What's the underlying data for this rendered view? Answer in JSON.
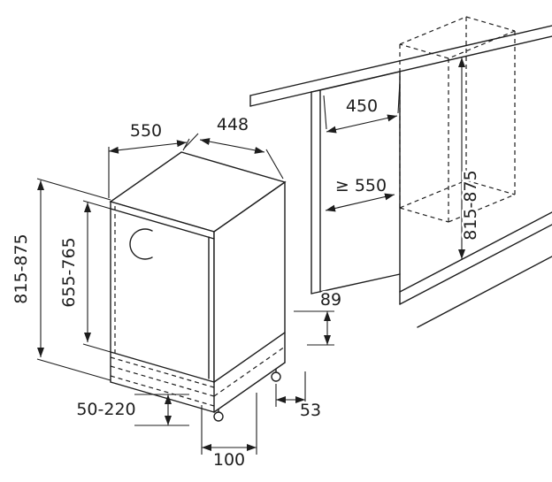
{
  "diagram": {
    "kind": "built-in dishwasher installation drawing",
    "background_color": "#ffffff",
    "line_color": "#1d1d1d",
    "dimensions": {
      "appliance_depth": "550",
      "appliance_width": "448",
      "niche_width": "450",
      "niche_depth_min": "≥ 550",
      "appliance_height_range": "815-875",
      "door_panel_height_range": "655-765",
      "niche_height_range": "815-875",
      "rear_detail_height": "89",
      "rear_foot_offset": "53",
      "front_foot_offset": "100",
      "base_adjust_range": "50-220"
    }
  }
}
